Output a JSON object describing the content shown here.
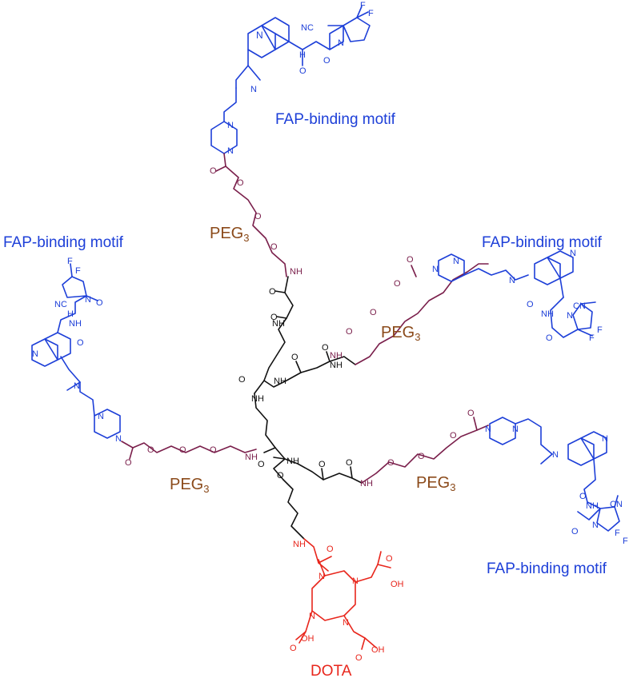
{
  "colors": {
    "fap": "#1d3fd8",
    "peg": "#7a1f4b",
    "peg_label": "#8b4a1a",
    "core": "#111111",
    "dota": "#e8261c"
  },
  "labels": {
    "fap_top": "FAP-binding motif",
    "fap_left": "FAP-binding motif",
    "fap_right_upper": "FAP-binding motif",
    "fap_right_lower": "FAP-binding motif",
    "peg_top": "PEG",
    "peg_upper_right": "PEG",
    "peg_lower_left": "PEG",
    "peg_lower_right": "PEG",
    "peg_subscript": "3",
    "dota": "DOTA"
  },
  "atoms": {
    "N": "N",
    "NH": "NH",
    "H": "H",
    "O": "O",
    "OH": "OH",
    "F": "F",
    "CN": "CN",
    "NC": "NC"
  }
}
